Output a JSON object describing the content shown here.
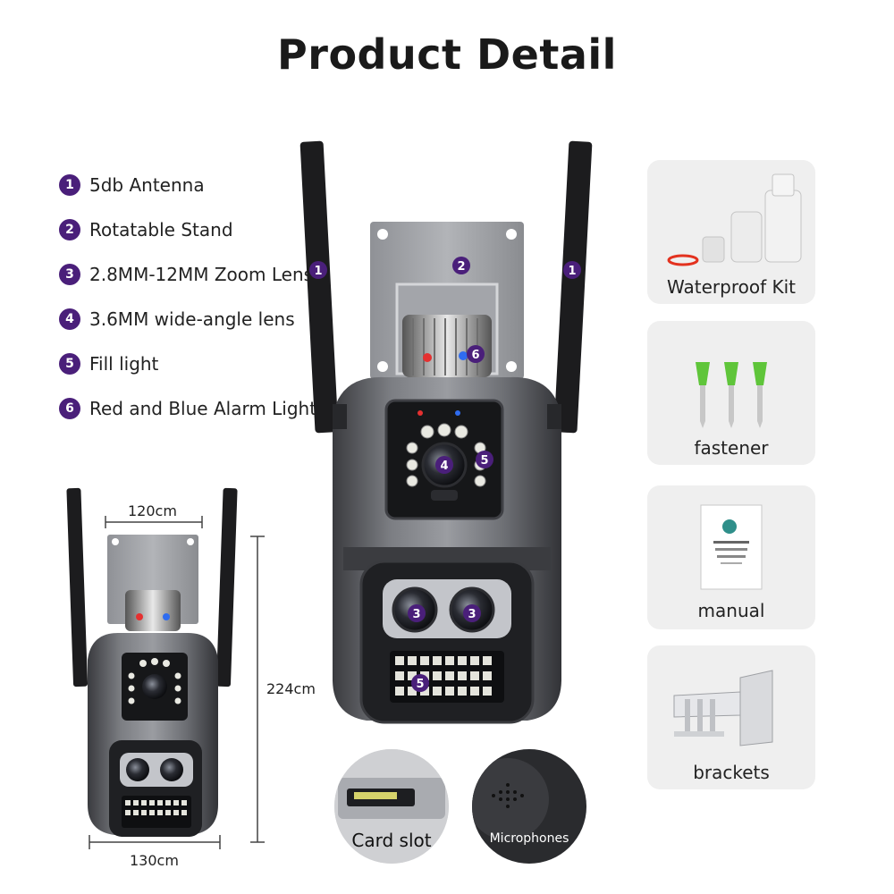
{
  "title": "Product Detail",
  "features": [
    {
      "num": "1",
      "label": "5db Antenna"
    },
    {
      "num": "2",
      "label": "Rotatable Stand"
    },
    {
      "num": "3",
      "label": "2.8MM-12MM Zoom Lens"
    },
    {
      "num": "4",
      "label": "3.6MM wide-angle lens"
    },
    {
      "num": "5",
      "label": "Fill light"
    },
    {
      "num": "6",
      "label": "Red and Blue Alarm Light"
    }
  ],
  "callouts": {
    "antenna": "1",
    "stand": "2",
    "zoom": "3",
    "wide": "4",
    "fill": "5",
    "alarm": "6"
  },
  "dimensions": {
    "width_top": "120cm",
    "height": "224cm",
    "width_bottom": "130cm"
  },
  "details": {
    "card_slot": "Card slot",
    "microphones": "Microphones"
  },
  "accessories": [
    {
      "label": "Waterproof Kit"
    },
    {
      "label": "fastener"
    },
    {
      "label": "manual"
    },
    {
      "label": "brackets"
    }
  ],
  "colors": {
    "badge": "#4a1f7a",
    "camera_body": "#5c5e63",
    "panel_bg": "#efefef",
    "fastener_green": "#5fc53a"
  }
}
